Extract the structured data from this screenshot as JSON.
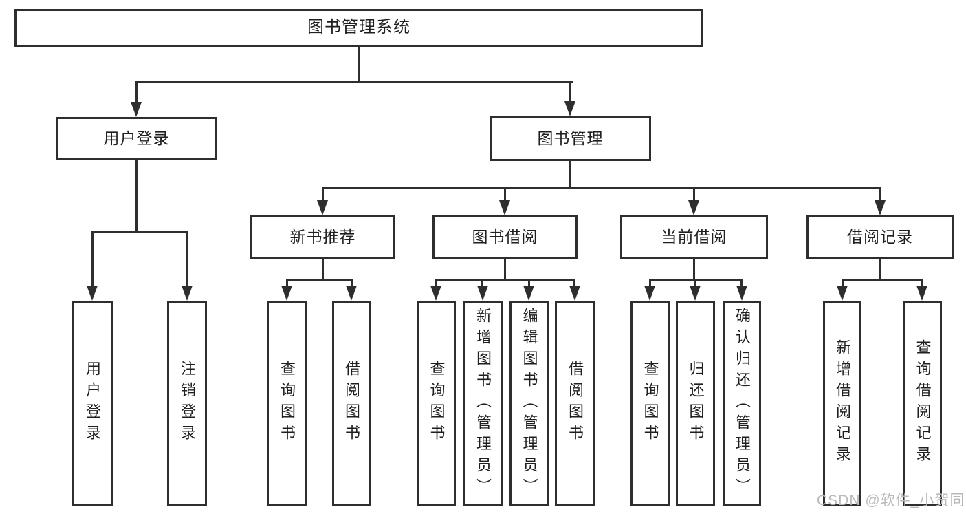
{
  "diagram_type": "hierarchy-tree",
  "nodes": {
    "root": {
      "label": "图书管理系统"
    },
    "user_login": {
      "label": "用户登录"
    },
    "book_mgmt": {
      "label": "图书管理"
    },
    "new_book_rec": {
      "label": "新书推荐"
    },
    "book_borrow": {
      "label": "图书借阅"
    },
    "current_borrow": {
      "label": "当前借阅"
    },
    "borrow_records": {
      "label": "借阅记录"
    },
    "leaf_user_login": {
      "label": "用户登录"
    },
    "leaf_logout": {
      "label": "注销登录"
    },
    "leaf_nb_query": {
      "label": "查询图书"
    },
    "leaf_nb_borrow": {
      "label": "借阅图书"
    },
    "leaf_bb_query": {
      "label": "查询图书"
    },
    "leaf_bb_add": {
      "label": "新增图书（管理员）"
    },
    "leaf_bb_edit": {
      "label": "编辑图书（管理员）"
    },
    "leaf_bb_borrow": {
      "label": "借阅图书"
    },
    "leaf_cb_query": {
      "label": "查询图书"
    },
    "leaf_cb_return": {
      "label": "归还图书"
    },
    "leaf_cb_confirm": {
      "label": "确认归还（管理员）"
    },
    "leaf_br_add": {
      "label": "新增借阅记录"
    },
    "leaf_br_query": {
      "label": "查询借阅记录"
    }
  },
  "hierarchy": {
    "图书管理系统": {
      "用户登录": [
        "用户登录",
        "注销登录"
      ],
      "图书管理": {
        "新书推荐": [
          "查询图书",
          "借阅图书"
        ],
        "图书借阅": [
          "查询图书",
          "新增图书（管理员）",
          "编辑图书（管理员）",
          "借阅图书"
        ],
        "当前借阅": [
          "查询图书",
          "归还图书",
          "确认归还（管理员）"
        ],
        "借阅记录": [
          "新增借阅记录",
          "查询借阅记录"
        ]
      }
    }
  },
  "watermark": {
    "text": "CSDN @软件_小贺同学"
  },
  "colors": {
    "background": "#ffffff",
    "box_border": "#2e2e2e",
    "line": "#2e2e2e",
    "text": "#1f1f1f",
    "watermark": "#b9b9b7"
  }
}
